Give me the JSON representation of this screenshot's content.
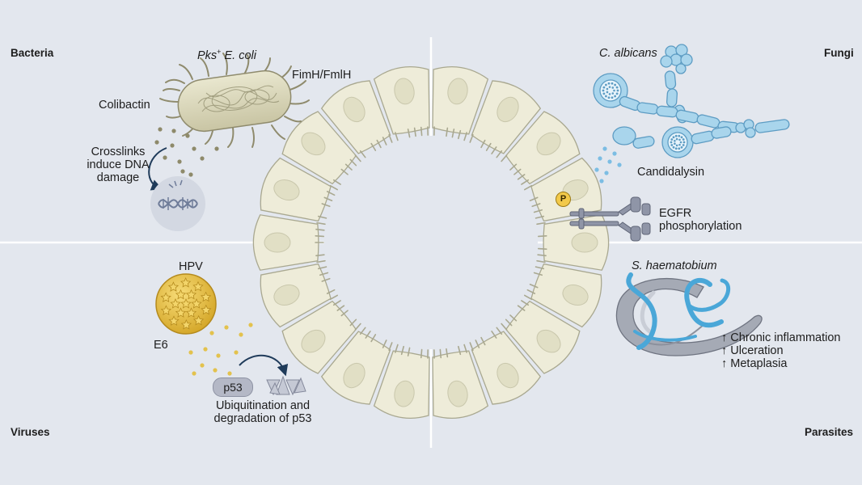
{
  "corners": {
    "bacteria": "Bacteria",
    "fungi": "Fungi",
    "viruses": "Viruses",
    "parasites": "Parasites"
  },
  "bacteria": {
    "organism_prefix": "Pks",
    "organism_superscript": "+",
    "organism_name": "E. coli",
    "adhesin": "FimH/FmlH",
    "toxin": "Colibactin",
    "effect_lines": [
      "Crosslinks",
      "induce DNA",
      "damage"
    ]
  },
  "fungi": {
    "organism": "C. albicans",
    "toxin": "Candidalysin",
    "effect_lines": [
      "EGFR",
      "phosphorylation"
    ],
    "phospho_label": "P"
  },
  "viruses": {
    "organism": "HPV",
    "oncoprotein": "E6",
    "target": "p53",
    "effect_lines": [
      "Ubiquitination and",
      "degradation of p53"
    ]
  },
  "parasites": {
    "organism": "S. haematobium",
    "effects": [
      "↑ Chronic inflammation",
      "↑ Ulceration",
      "↑ Metaplasia"
    ]
  },
  "colors": {
    "background": "#e3e7ee",
    "cell_fill": "#eeecd9",
    "cell_stroke": "#a9a890",
    "nucleus": "#e1dfc5",
    "fungi_blue": "#a9d5ec",
    "hpv_yellow": "#e9c44a",
    "worm_grey": "#9da2ad",
    "worm_blue": "#4aa7d8",
    "arrow": "#1f3b5a"
  },
  "icons": {
    "bacterium": "rod-bacterium-icon",
    "dna": "dna-helix-icon",
    "fungus": "yeast-hyphae-icon",
    "receptor": "egfr-receptor-icon",
    "virus": "hpv-virion-icon",
    "proteasome": "degraded-p53-icon",
    "worm": "schistosome-worm-icon",
    "epithelium": "epithelial-ring-icon"
  }
}
